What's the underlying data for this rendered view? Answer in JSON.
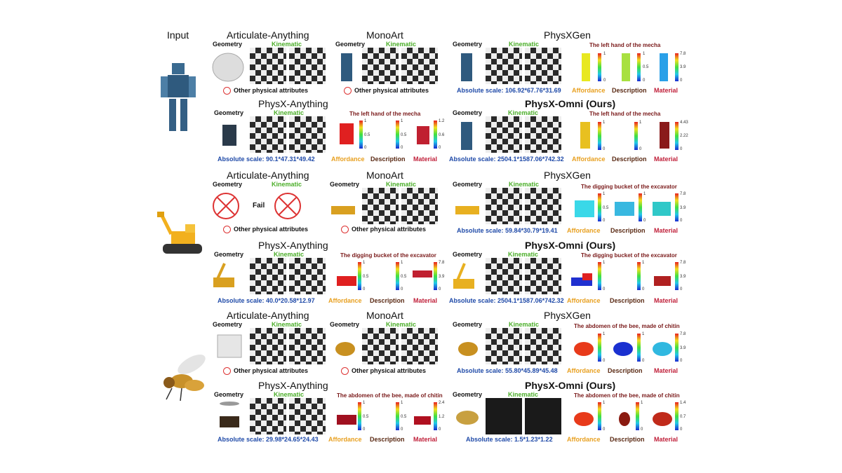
{
  "input_label": "Input",
  "methods": {
    "aa": "Articulate-Anything",
    "mono": "MonoArt",
    "gen": "PhysXGen",
    "any": "PhysX-Anything",
    "omni": "PhysX-Omni (Ours)"
  },
  "labels": {
    "geometry": "Geometry",
    "kinematic": "Kinematic",
    "other": "Other physical attributes",
    "affordance": "Affordance",
    "description": "Description",
    "material": "Material",
    "fail": "Fail"
  },
  "captions": {
    "mecha": "The left hand of the mecha",
    "excavator": "The digging bucket of the excavator",
    "bee": "The abdomen of the bee, made of chitin"
  },
  "scales": {
    "r1_gen": "Absolute scale: 106.92*67.76*31.69",
    "r1_any": "Absolute scale: 90.1*47.31*49.42",
    "r1_omni": "Absolute scale: 2504.1*1587.06*742.32",
    "r2_gen": "Absolute scale: 59.84*30.79*19.41",
    "r2_any": "Absolute scale: 40.0*20.58*12.97",
    "r2_omni": "Absolute scale: 2504.1*1587.06*742.32",
    "r3_gen": "Absolute scale: 55.80*45.89*45.48",
    "r3_any": "Absolute scale: 29.98*24.65*24.43",
    "r3_omni": "Absolute scale: 1.5*1.23*1.22"
  },
  "ticks": {
    "one": "1",
    "half": "0.5",
    "zero": "0",
    "m78": "7.8",
    "m39": "3.9",
    "m12": "1.2",
    "m06": "0.6",
    "m443": "4.43",
    "m222": "2.22",
    "m24": "2.4",
    "m14": "1.4",
    "m07": "0.7"
  },
  "colors": {
    "kinematic": "#4caf2a",
    "scale": "#1f4aa8",
    "affordance": "#e8a020",
    "description": "#5a2a14",
    "material": "#c0203a",
    "caption": "#7a1a1a"
  }
}
